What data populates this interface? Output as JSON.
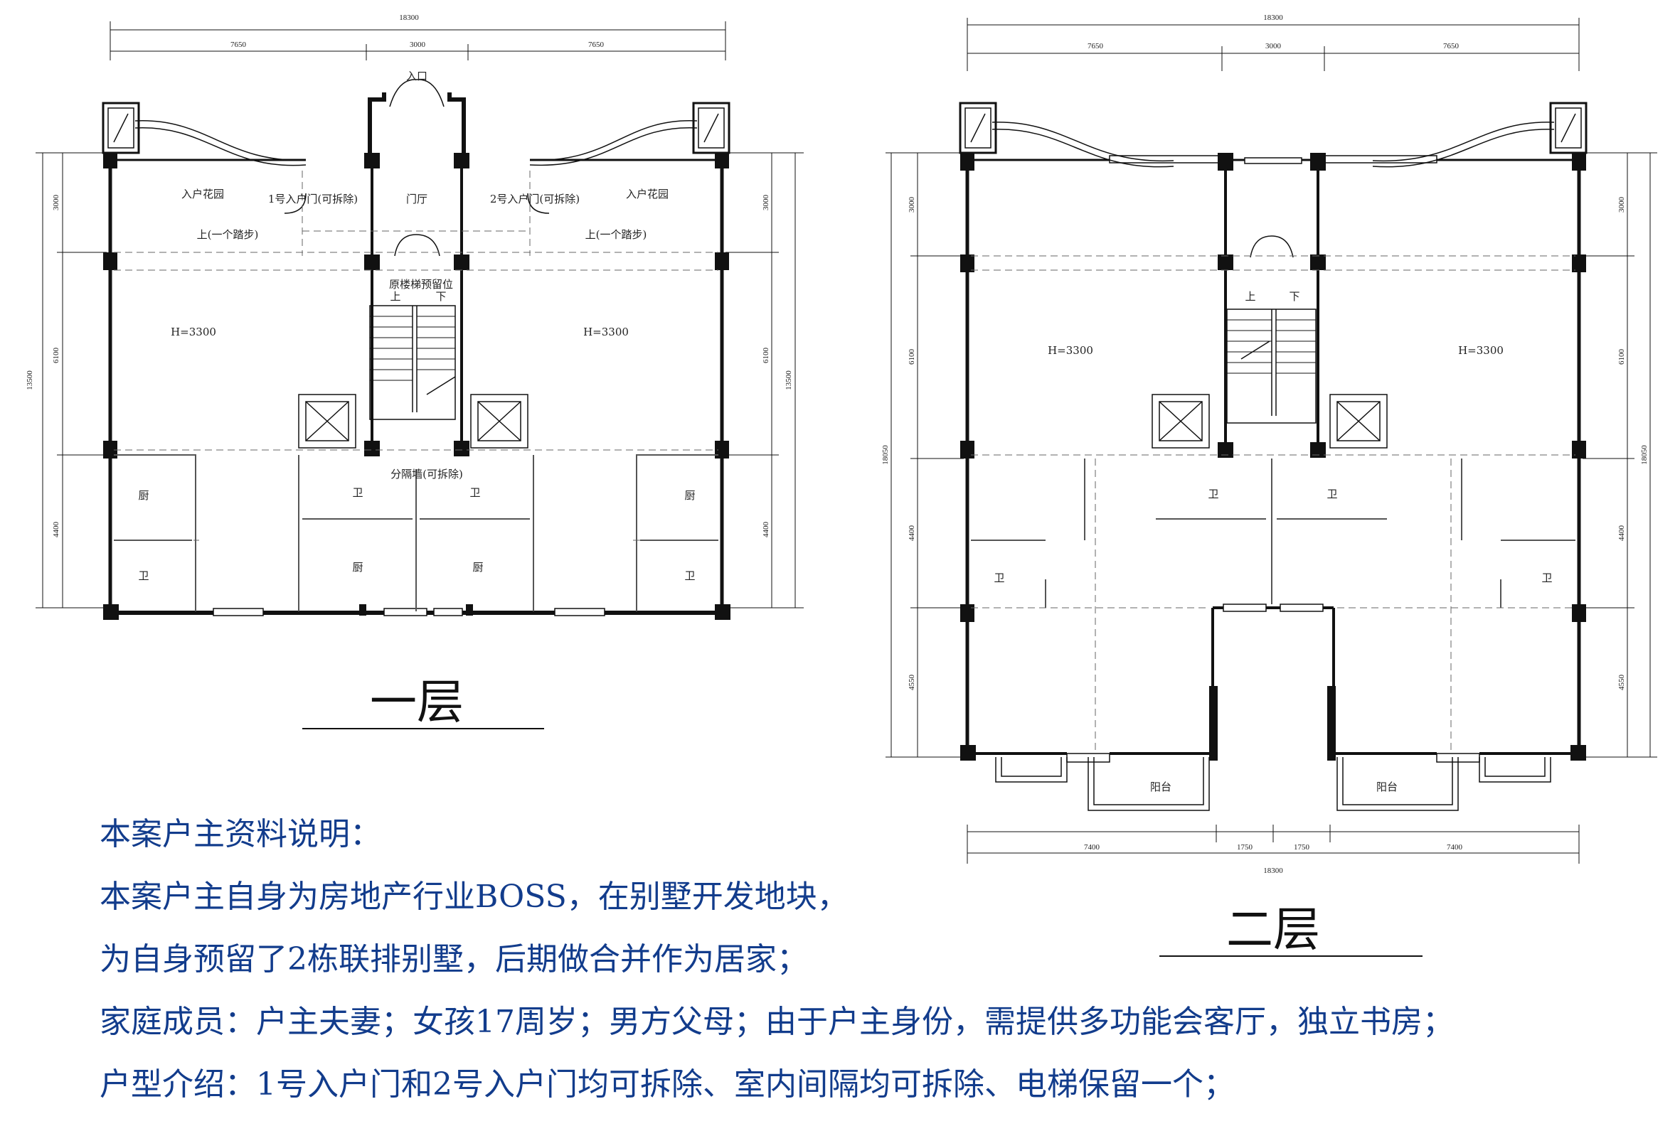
{
  "floor1": {
    "title": "一层",
    "total_width": "18300",
    "top_dims": [
      "7650",
      "3000",
      "7650"
    ],
    "left_dims": [
      "3000",
      "6100",
      "4400"
    ],
    "right_dims": [
      "3000",
      "6100",
      "4400"
    ],
    "total_depth": "13500",
    "entrance": "入口",
    "garden_left": "入户花园",
    "garden_right": "入户花园",
    "door1": "1号入户门(可拆除)",
    "lobby": "门厅",
    "door2": "2号入户门(可拆除)",
    "step_left": "上(一个踏步)",
    "step_right": "上(一个踏步)",
    "stair_reserved": "原楼梯预留位",
    "stair_up": "上",
    "stair_down": "下",
    "height_left": "H=3300",
    "height_right": "H=3300",
    "partition": "分隔墙(可拆除)",
    "kitchen": "厨",
    "bath": "卫"
  },
  "floor2": {
    "title": "二层",
    "top_total": "18300",
    "top_dims": [
      "7650",
      "3000",
      "7650"
    ],
    "left_dims": [
      "3000",
      "6100",
      "4400",
      "4550"
    ],
    "right_dims": [
      "3000",
      "6100",
      "4400",
      "4550"
    ],
    "total_depth": "18050",
    "stair_up": "上",
    "stair_down": "下",
    "height_left": "H=3300",
    "height_right": "H=3300",
    "bath": "卫",
    "balcony": "阳台",
    "bottom_dims": [
      "7400",
      "1750",
      "1750",
      "7400"
    ],
    "bottom_total": "18300"
  },
  "notes": [
    "本案户主资料说明：",
    "本案户主自身为房地产行业BOSS，在别墅开发地块，",
    "为自身预留了2栋联排别墅，后期做合并作为居家；",
    "家庭成员：户主夫妻；女孩17周岁；男方父母；由于户主身份，需提供多功能会客厅，独立书房；",
    "户型介绍：1号入户门和2号入户门均可拆除、室内间隔均可拆除、电梯保留一个；"
  ]
}
